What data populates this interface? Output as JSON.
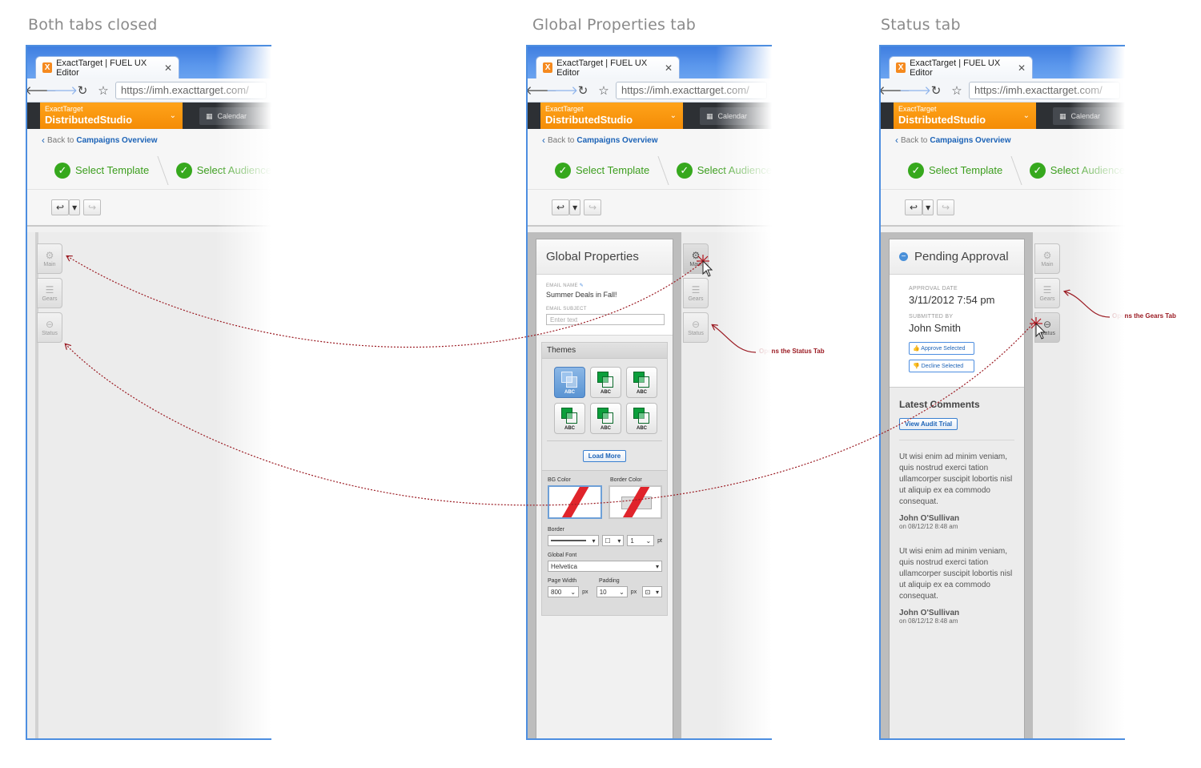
{
  "panels": [
    {
      "title": "Both tabs closed"
    },
    {
      "title": "Global Properties tab"
    },
    {
      "title": "Status tab"
    }
  ],
  "browser": {
    "tab_title": "ExactTarget | FUEL UX Editor",
    "favicon": "X",
    "url": "https://imh.exacttarget.com/",
    "app_small": "ExactTarget",
    "app_name": "DistributedStudio",
    "calendar": "Calendar",
    "back_prefix": "Back to",
    "back_link": "Campaigns Overview",
    "step1": "Select Template",
    "step2": "Select Audience"
  },
  "side_tabs": {
    "main": "Main",
    "gears": "Gears",
    "status": "Status"
  },
  "global_properties": {
    "title": "Global Properties",
    "email_name_label": "EMAIL NAME",
    "email_name_value": "Summer Deals in Fall!",
    "email_subject_label": "EMAIL SUBJECT",
    "email_subject_placeholder": "Enter text",
    "themes_label": "Themes",
    "theme_caption": "ABC",
    "load_more": "Load More",
    "bg_color": "BG Color",
    "border_color": "Border Color",
    "border_label": "Border",
    "border_width": "1",
    "border_unit": "pt",
    "global_font_label": "Global Font",
    "global_font_value": "Helvetica",
    "page_width_label": "Page Width",
    "page_width_value": "800",
    "padding_label": "Padding",
    "padding_value": "10",
    "px": "px"
  },
  "status": {
    "title": "Pending Approval",
    "approval_date_label": "APPROVAL DATE",
    "approval_date_value": "3/11/2012 7:54 pm",
    "submitted_by_label": "SUBMITTED BY",
    "submitted_by_value": "John Smith",
    "approve_btn": "Approve Selected",
    "decline_btn": "Decline Selected",
    "comments_title": "Latest Comments",
    "audit_btn": "View Audit Trial",
    "comments": [
      {
        "text": "Ut wisi enim ad minim veniam, quis nostrud exerci tation ullamcorper suscipit lobortis nisl ut aliquip ex ea commodo consequat.",
        "author": "John O'Sullivan",
        "date": "on 08/12/12 8:48 am"
      },
      {
        "text": "Ut wisi enim ad minim veniam, quis nostrud exerci tation ullamcorper suscipit lobortis nisl ut aliquip ex ea commodo consequat.",
        "author": "John O'Sullivan",
        "date": "on 08/12/12 8:48 am"
      }
    ]
  },
  "annotations": {
    "status_tab": "Opens the Status Tab",
    "gears_tab": "Opens the Gears Tab"
  },
  "colors": {
    "brand_orange": "#f48c06",
    "success_green": "#36a81d",
    "link_blue": "#1c63b7",
    "annotation_red": "#9b1b23"
  }
}
